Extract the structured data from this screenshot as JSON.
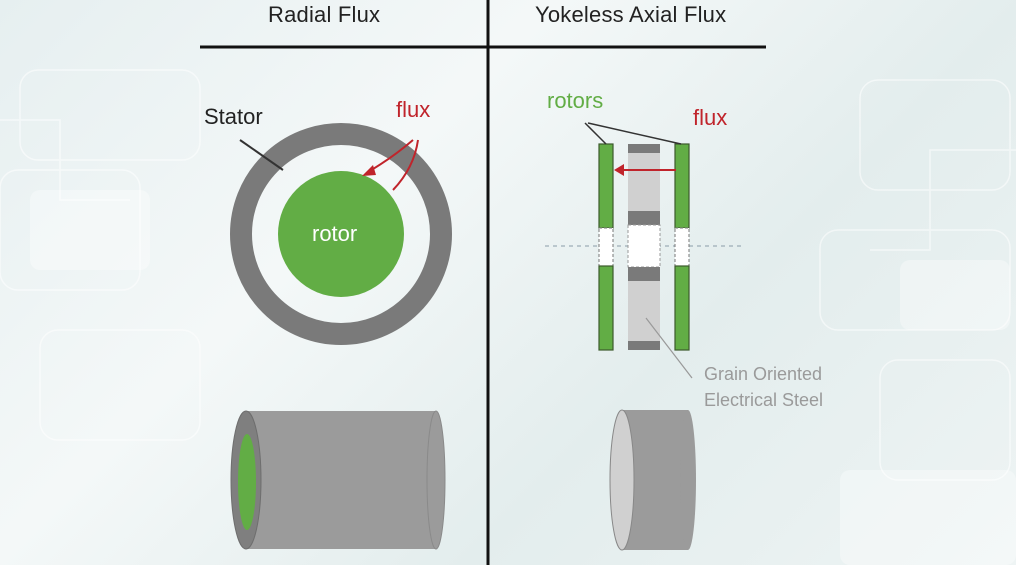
{
  "headings": {
    "left": "Radial Flux",
    "right": "Yokeless Axial Flux"
  },
  "radial": {
    "stator_label": "Stator",
    "rotor_label": "rotor",
    "flux_label": "flux"
  },
  "axial": {
    "rotors_label": "rotors",
    "flux_label": "flux",
    "steel_label_line1": "Grain Oriented",
    "steel_label_line2": "Electrical Steel"
  },
  "colors": {
    "green": "#62ad45",
    "stator_gray": "#7a7a7a",
    "steel_gray": "#d0d0d0",
    "flux_red": "#c0242b",
    "divider": "#111111"
  }
}
